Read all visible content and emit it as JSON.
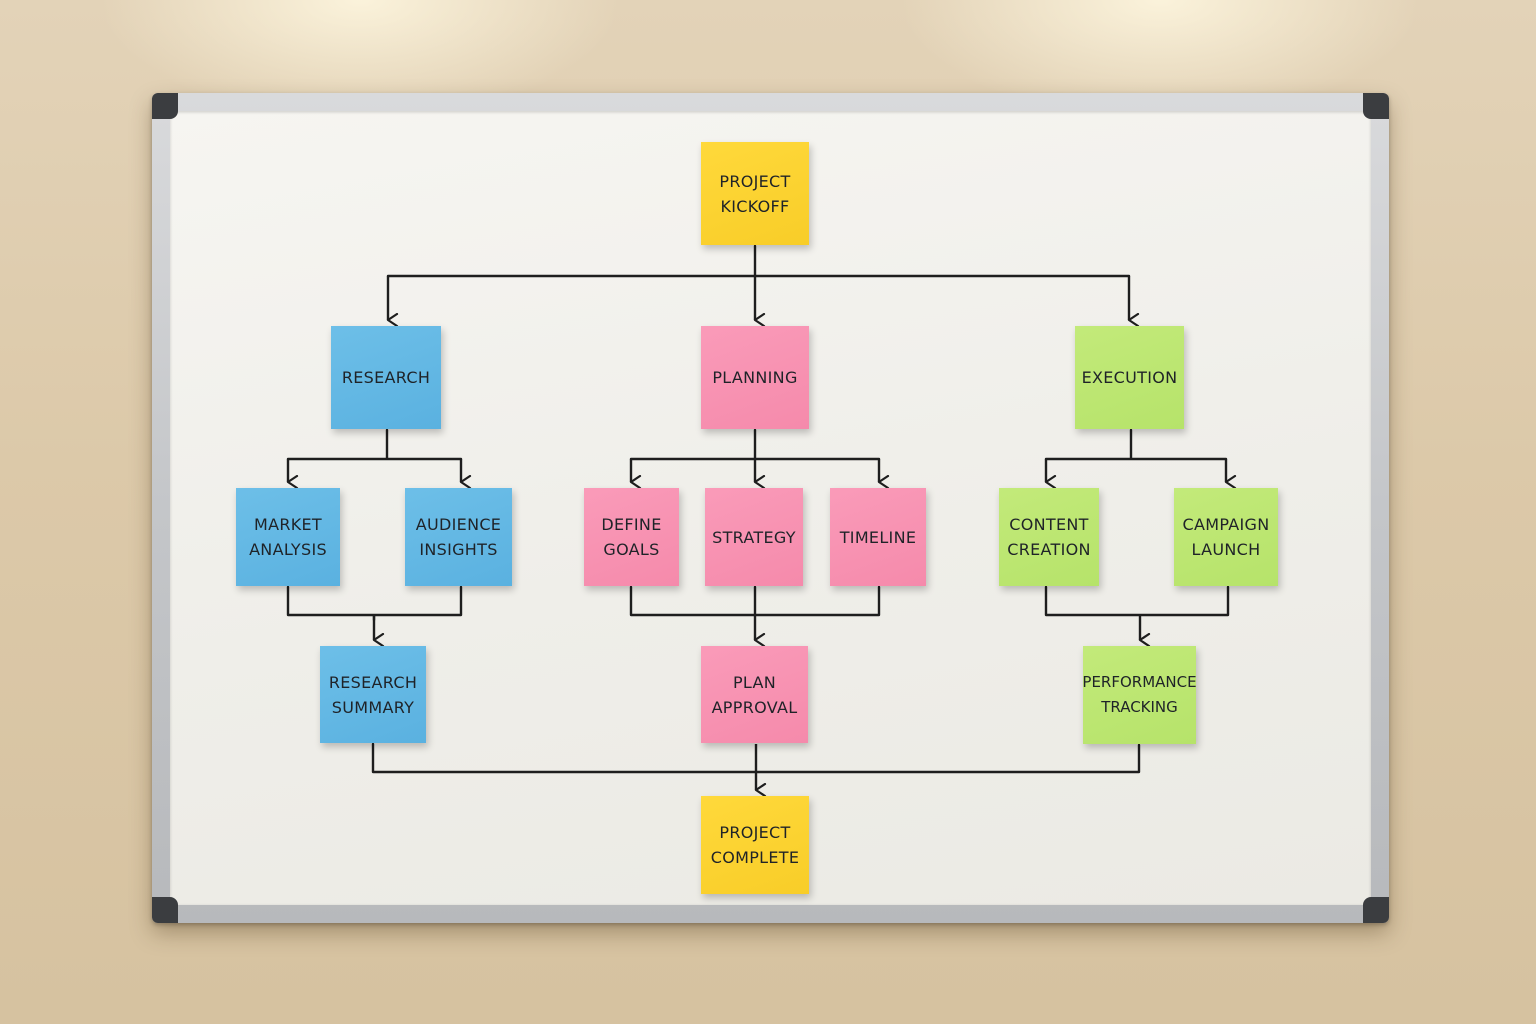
{
  "colors": {
    "yellow": "#F9CF2C",
    "blue": "#5EB4E2",
    "pink": "#F78EAE",
    "green": "#BAE56E",
    "line": "#1E1E1E"
  },
  "notes": {
    "kickoff": "PROJECT\nKICKOFF",
    "research": "RESEARCH",
    "planning": "PLANNING",
    "execution": "EXECUTION",
    "market_analysis": "MARKET\nANALYSIS",
    "audience_insights": "AUDIENCE\nINSIGHTS",
    "define_goals": "DEFINE\nGOALS",
    "strategy": "STRATEGY",
    "timeline": "TIMELINE",
    "content_creation": "CONTENT\nCREATION",
    "campaign_launch": "CAMPAIGN\nLAUNCH",
    "research_summary": "RESEARCH\nSUMMARY",
    "plan_approval": "PLAN\nAPPROVAL",
    "performance_tracking": "PERFORMANCE\nTRACKING",
    "complete": "PROJECT\nCOMPLETE"
  },
  "edges": [
    [
      "kickoff",
      "research"
    ],
    [
      "kickoff",
      "planning"
    ],
    [
      "kickoff",
      "execution"
    ],
    [
      "research",
      "market_analysis"
    ],
    [
      "research",
      "audience_insights"
    ],
    [
      "planning",
      "define_goals"
    ],
    [
      "planning",
      "strategy"
    ],
    [
      "planning",
      "timeline"
    ],
    [
      "execution",
      "content_creation"
    ],
    [
      "execution",
      "campaign_launch"
    ],
    [
      "market_analysis",
      "research_summary"
    ],
    [
      "audience_insights",
      "research_summary"
    ],
    [
      "define_goals",
      "plan_approval"
    ],
    [
      "strategy",
      "plan_approval"
    ],
    [
      "timeline",
      "plan_approval"
    ],
    [
      "content_creation",
      "performance_tracking"
    ],
    [
      "campaign_launch",
      "performance_tracking"
    ],
    [
      "research_summary",
      "complete"
    ],
    [
      "plan_approval",
      "complete"
    ],
    [
      "performance_tracking",
      "complete"
    ]
  ]
}
